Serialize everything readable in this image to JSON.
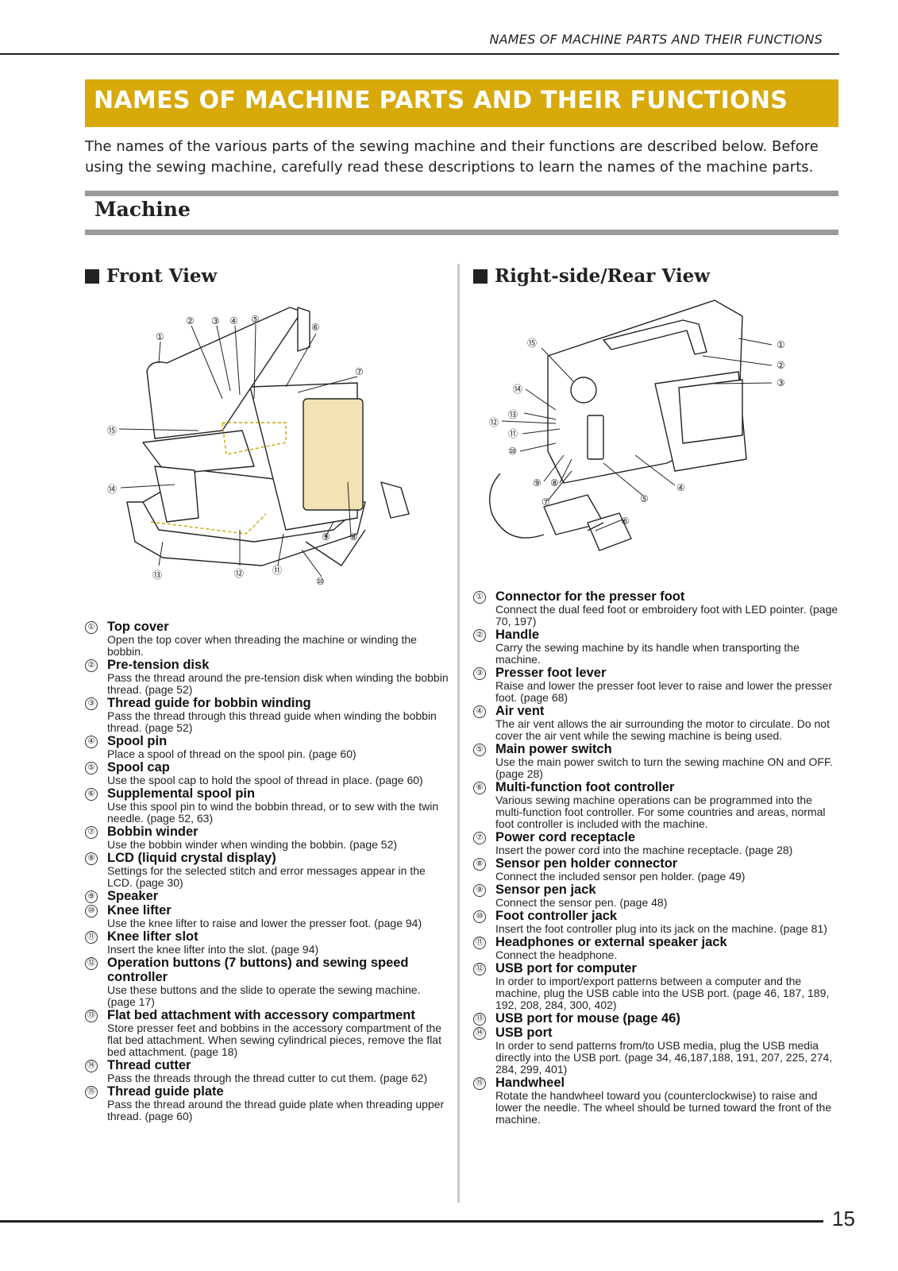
{
  "running_head": "NAMES OF MACHINE PARTS AND THEIR FUNCTIONS",
  "title": "NAMES OF MACHINE PARTS AND THEIR FUNCTIONS",
  "intro": "The names of the various parts of the sewing machine and their functions are described below. Before using the sewing machine, carefully read these descriptions to learn the names of the machine parts.",
  "section_title": "Machine",
  "front_view": {
    "heading": "Front View",
    "callouts": [
      "①",
      "②",
      "③",
      "④",
      "⑤",
      "⑥",
      "⑦",
      "⑧",
      "⑨",
      "⑩",
      "⑪",
      "⑫",
      "⑬",
      "⑭",
      "⑮"
    ],
    "parts": [
      {
        "num": "①",
        "name": "Top cover",
        "desc": "Open the top cover when threading the machine or winding the bobbin."
      },
      {
        "num": "②",
        "name": "Pre-tension disk",
        "desc": "Pass the thread around the pre-tension disk when winding the bobbin thread. (page 52)"
      },
      {
        "num": "③",
        "name": "Thread guide for bobbin winding",
        "desc": "Pass the thread through this thread guide when winding the bobbin thread. (page 52)"
      },
      {
        "num": "④",
        "name": "Spool pin",
        "desc": "Place a spool of thread on the spool pin. (page 60)"
      },
      {
        "num": "⑤",
        "name": "Spool cap",
        "desc": "Use the spool cap to hold the spool of thread in place. (page 60)"
      },
      {
        "num": "⑥",
        "name": "Supplemental spool pin",
        "desc": "Use this spool pin to wind the bobbin thread, or to sew with the twin needle. (page 52, 63)"
      },
      {
        "num": "⑦",
        "name": "Bobbin winder",
        "desc": "Use the bobbin winder when winding the bobbin. (page 52)"
      },
      {
        "num": "⑧",
        "name": "LCD (liquid crystal display)",
        "desc": "Settings for the selected stitch and error messages appear in the LCD. (page 30)"
      },
      {
        "num": "⑨",
        "name": "Speaker",
        "desc": ""
      },
      {
        "num": "⑩",
        "name": "Knee lifter",
        "desc": "Use the knee lifter to raise and lower the presser foot. (page 94)"
      },
      {
        "num": "⑪",
        "name": "Knee lifter slot",
        "desc": "Insert the knee lifter into the slot. (page 94)"
      },
      {
        "num": "⑫",
        "name": "Operation buttons (7 buttons) and sewing speed controller",
        "desc": "Use these buttons and the slide to operate the sewing machine. (page 17)"
      },
      {
        "num": "⑬",
        "name": "Flat bed attachment with accessory compartment",
        "desc": "Store presser feet and bobbins in the accessory compartment of the flat bed attachment. When sewing cylindrical pieces, remove the flat bed attachment. (page 18)"
      },
      {
        "num": "⑭",
        "name": "Thread cutter",
        "desc": "Pass the threads through the thread cutter to cut them. (page 62)"
      },
      {
        "num": "⑮",
        "name": "Thread guide plate",
        "desc": "Pass the thread around the thread guide plate when threading upper thread. (page 60)"
      }
    ]
  },
  "rear_view": {
    "heading": "Right-side/Rear View",
    "callouts": [
      "①",
      "②",
      "③",
      "④",
      "⑤",
      "⑥",
      "⑦",
      "⑧",
      "⑨",
      "⑩",
      "⑪",
      "⑫",
      "⑬",
      "⑭",
      "⑮"
    ],
    "parts": [
      {
        "num": "①",
        "name": "Connector for the presser foot",
        "desc": "Connect the dual feed foot or embroidery foot with LED pointer. (page 70, 197)"
      },
      {
        "num": "②",
        "name": "Handle",
        "desc": "Carry the sewing machine by its handle when transporting the machine."
      },
      {
        "num": "③",
        "name": "Presser foot lever",
        "desc": "Raise and lower the presser foot lever to raise and lower the presser foot. (page 68)"
      },
      {
        "num": "④",
        "name": "Air vent",
        "desc": "The air vent allows the air surrounding the motor to circulate. Do not cover the air vent while the sewing machine is being used."
      },
      {
        "num": "⑤",
        "name": "Main power switch",
        "desc": "Use the main power switch to turn the sewing machine ON and OFF. (page 28)"
      },
      {
        "num": "⑥",
        "name": "Multi-function foot controller",
        "desc": "Various sewing machine operations can be programmed into the multi-function foot controller. For some countries and areas, normal foot controller is included with the machine."
      },
      {
        "num": "⑦",
        "name": "Power cord receptacle",
        "desc": "Insert the power cord into the machine receptacle. (page 28)"
      },
      {
        "num": "⑧",
        "name": "Sensor pen holder connector",
        "desc": "Connect the included sensor pen holder. (page 49)"
      },
      {
        "num": "⑨",
        "name": "Sensor pen jack",
        "desc": "Connect the sensor pen. (page 48)"
      },
      {
        "num": "⑩",
        "name": "Foot controller jack",
        "desc": "Insert the foot controller plug into its jack on the machine. (page 81)"
      },
      {
        "num": "⑪",
        "name": "Headphones or external speaker jack",
        "desc": "Connect the headphone."
      },
      {
        "num": "⑫",
        "name": "USB port for computer",
        "desc": "In order to import/export patterns between a computer and the machine, plug the USB cable into the USB port. (page 46, 187, 189, 192, 208, 284, 300, 402)"
      },
      {
        "num": "⑬",
        "name": "USB port for mouse (page 46)",
        "desc": ""
      },
      {
        "num": "⑭",
        "name": "USB port",
        "desc": "In order to send patterns from/to USB media, plug the USB media directly into the USB port. (page 34, 46,187,188, 191, 207, 225, 274, 284, 299, 401)"
      },
      {
        "num": "⑮",
        "name": "Handwheel",
        "desc": "Rotate the handwheel toward you (counterclockwise) to raise and lower the needle. The wheel should be turned toward the front of the machine."
      }
    ]
  },
  "page_number": "15",
  "colors": {
    "title_bar": "#d7a909",
    "section_bar": "#9a9a9a",
    "lcd": "#f2e2b4"
  }
}
